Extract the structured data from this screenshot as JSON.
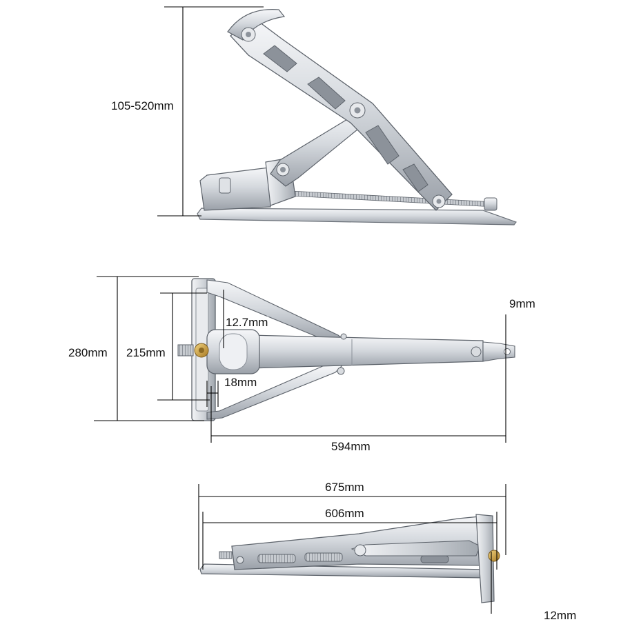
{
  "views": {
    "side": {
      "height_range": "105-520mm"
    },
    "top": {
      "overall_width": "280mm",
      "base_width": "215mm",
      "bolt_diameter": "12.7mm",
      "tube_width": "18mm",
      "hole_diameter": "9mm",
      "length": "594mm"
    },
    "folded": {
      "overall_length": "675mm",
      "base_length": "606mm",
      "thickness": "12mm"
    }
  },
  "colors": {
    "metal_light": "#eef0f3",
    "metal_mid": "#c4c8ce",
    "metal_dark": "#7f858d",
    "metal_outline": "#5d636b",
    "brass": "#c99a3c",
    "dimension_line": "#000000"
  }
}
